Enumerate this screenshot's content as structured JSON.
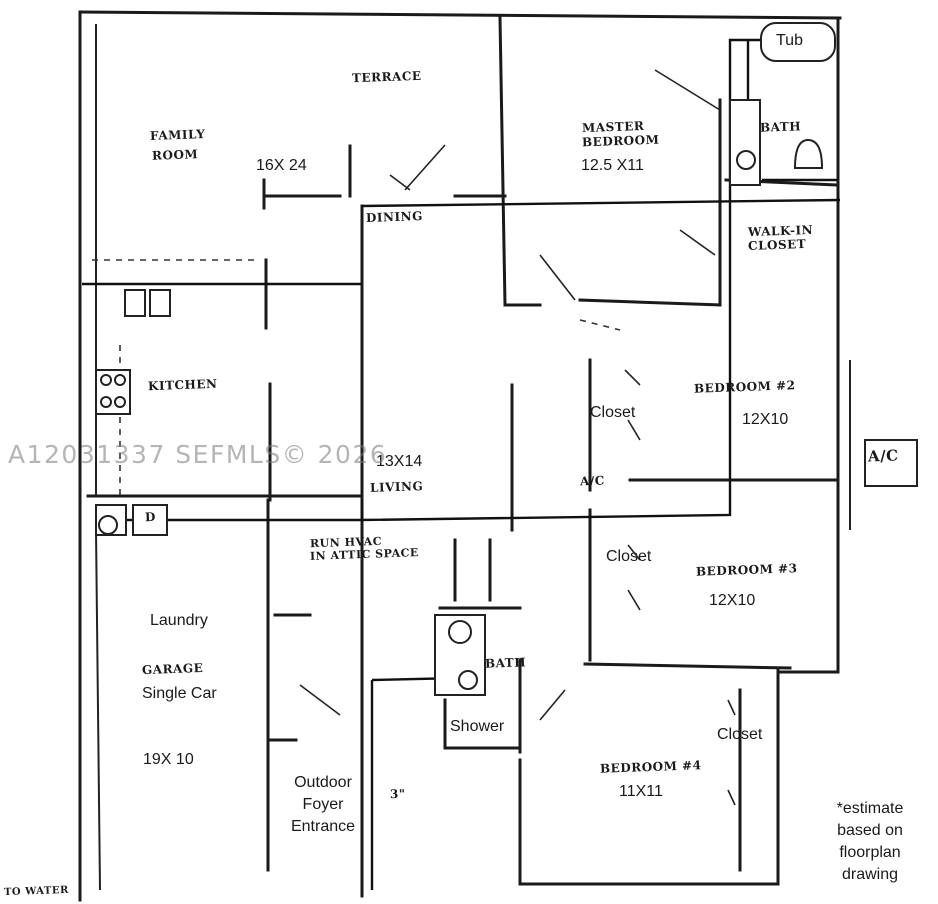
{
  "rooms": {
    "terrace": "TERRACE",
    "family_room_line1": "FAMILY",
    "family_room_line2": "ROOM",
    "family_room_size": "16X 24",
    "master_bedroom_line1": "MASTER",
    "master_bedroom_line2": "BEDROOM",
    "master_bedroom_size": "12.5 X11",
    "tub": "Tub",
    "master_bath": "BATH",
    "walk_in_line1": "WALK-IN",
    "walk_in_line2": "CLOSET",
    "dining": "DINING",
    "kitchen": "KITCHEN",
    "bedroom2": "BEDROOM #2",
    "bedroom2_size": "12X10",
    "closet2": "Closet",
    "ac_unit": "A/C",
    "ac_label": "A/C",
    "living_size": "13X14",
    "living": "LIVING",
    "run_hvac_line1": "RUN HVAC",
    "run_hvac_line2": "IN ATTIC SPACE",
    "dryer": "D",
    "closet3": "Closet",
    "bedroom3": "BEDROOM #3",
    "bedroom3_size": "12X10",
    "laundry": "Laundry",
    "garage": "GARAGE",
    "garage_type": "Single Car",
    "garage_size": "19X 10",
    "hall_bath": "BATH",
    "shower": "Shower",
    "closet4": "Closet",
    "bedroom4": "BEDROOM #4",
    "bedroom4_size": "11X11",
    "foyer_line1": "Outdoor",
    "foyer_line2": "Foyer",
    "foyer_line3": "Entrance",
    "dimension_3": "3\"",
    "water_heater": "TO WATER"
  },
  "note": {
    "line1": "*estimate",
    "line2": "based on",
    "line3": "floorplan",
    "line4": "drawing"
  },
  "watermark": "A12031337  SEFMLS© 2026",
  "colors": {
    "ink": "#1a1a1a",
    "paper": "#ffffff",
    "watermark": "#787878"
  }
}
